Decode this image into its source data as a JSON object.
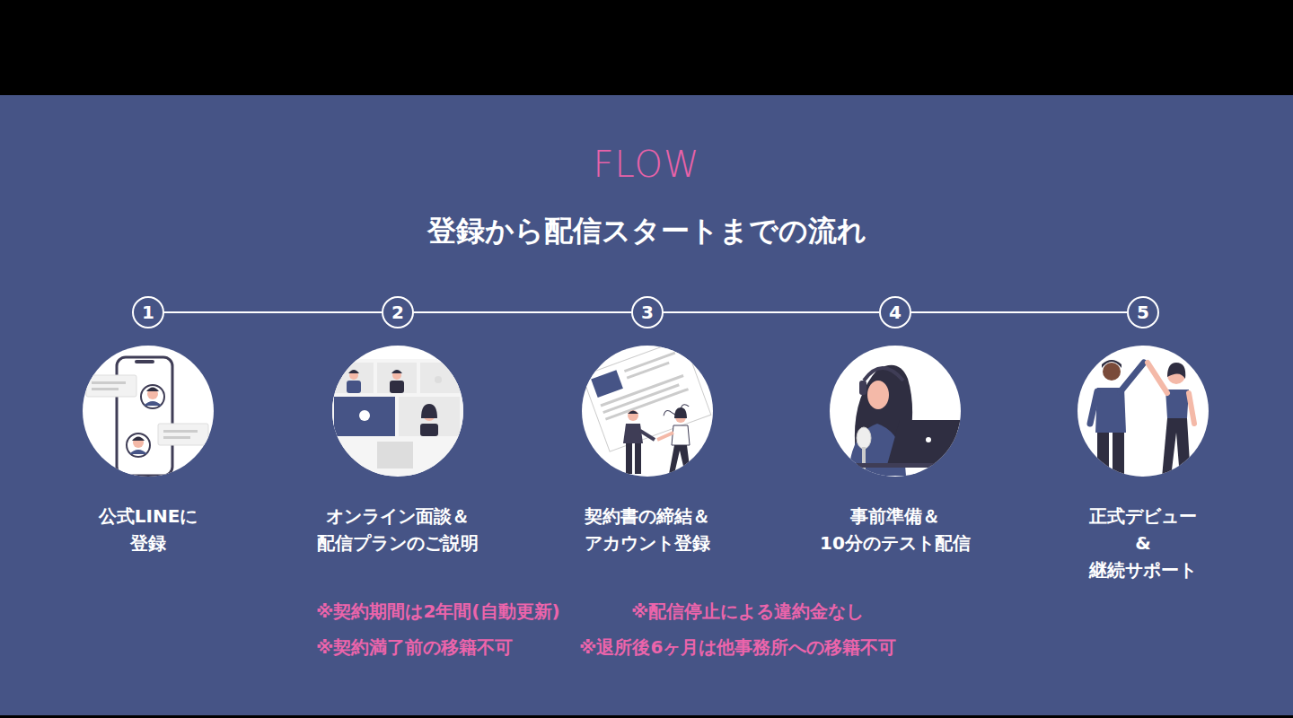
{
  "diagram": {
    "title": "登録から配信スタートまでの流れ",
    "nodes": [
      {
        "text": [
          "1"
        ]
      },
      {
        "text": [
          "2"
        ]
      },
      {
        "text": [
          "3"
        ]
      },
      {
        "text": [
          "4"
        ]
      },
      {
        "text": [
          "5"
        ]
      }
    ],
    "edges": [
      {
        "from": 0,
        "to": 1,
        "arrow": "none"
      },
      {
        "from": 1,
        "to": 2,
        "arrow": "none"
      },
      {
        "from": 2,
        "to": 3,
        "arrow": "none"
      },
      {
        "from": 3,
        "to": 4,
        "arrow": "none"
      }
    ],
    "labels": [
      "FLOW",
      "公式LINEに 登録",
      "オンライン面談＆ 配信プランのご説明",
      "契約書の締結＆ アカウント登録",
      "事前準備＆ 10分のテスト配信",
      "正式デビュー& 継続サポート",
      "※契約期間は2年間(自動更新)",
      "※配信停止による違約金なし",
      "※契約満了前の移籍不可",
      "※退所後6ヶ月は他事務所への移籍不可"
    ]
  }
}
